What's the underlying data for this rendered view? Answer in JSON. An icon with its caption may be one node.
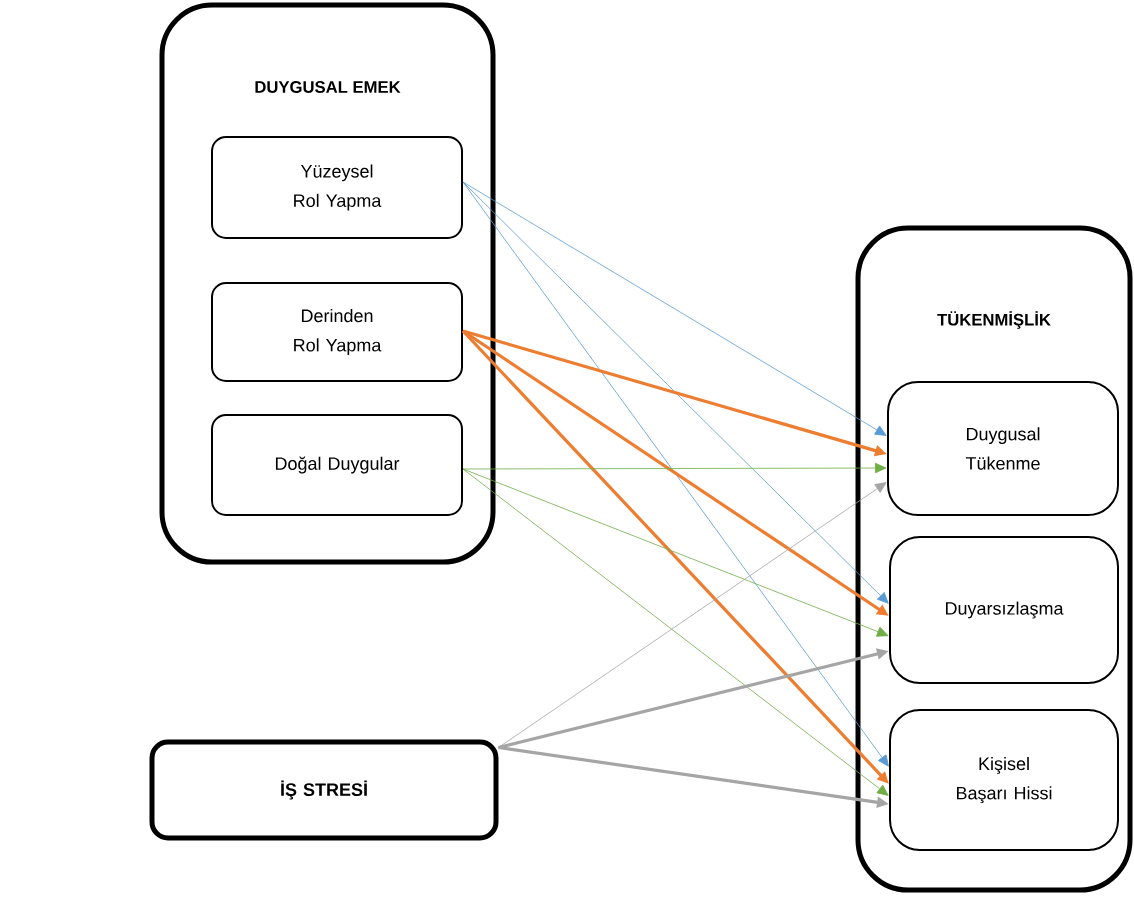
{
  "diagram": {
    "nodes": [
      {
        "text": [
          "DUYGUSAL EMEK"
        ]
      },
      {
        "text": [
          "Yüzeysel Rol Yapma"
        ],
        "in": 0
      },
      {
        "text": [
          "Derinden Rol Yapma"
        ],
        "in": 0
      },
      {
        "text": [
          "Doğal Duygular"
        ],
        "in": 0
      },
      {
        "text": [
          "İŞ STRESİ"
        ]
      },
      {
        "text": [
          "TÜKENMİŞLİK"
        ]
      },
      {
        "text": [
          "Duygusal Tükenme"
        ],
        "in": 5
      },
      {
        "text": [
          "Duyarsızlaşma"
        ],
        "in": 5
      },
      {
        "text": [
          "Kişisel Başarı Hissi"
        ],
        "in": 5
      }
    ],
    "edges": [
      {
        "from": 1,
        "to": 6,
        "arrow": "to",
        "color": "#5b9bd5"
      },
      {
        "from": 1,
        "to": 7,
        "arrow": "to",
        "color": "#5b9bd5"
      },
      {
        "from": 1,
        "to": 8,
        "arrow": "to",
        "color": "#5b9bd5"
      },
      {
        "from": 2,
        "to": 6,
        "arrow": "to",
        "style": "thick",
        "color": "#ed7d31"
      },
      {
        "from": 2,
        "to": 7,
        "arrow": "to",
        "style": "thick",
        "color": "#ed7d31"
      },
      {
        "from": 2,
        "to": 8,
        "arrow": "to",
        "style": "thick",
        "color": "#ed7d31"
      },
      {
        "from": 3,
        "to": 6,
        "arrow": "to",
        "color": "#70ad47"
      },
      {
        "from": 3,
        "to": 7,
        "arrow": "to",
        "color": "#70ad47"
      },
      {
        "from": 3,
        "to": 8,
        "arrow": "to",
        "color": "#70ad47"
      },
      {
        "from": 4,
        "to": 6,
        "arrow": "to",
        "color": "#a5a5a5"
      },
      {
        "from": 4,
        "to": 7,
        "arrow": "to",
        "style": "thick",
        "color": "#a5a5a5"
      },
      {
        "from": 4,
        "to": 8,
        "arrow": "to",
        "style": "thick",
        "color": "#a5a5a5"
      }
    ]
  }
}
